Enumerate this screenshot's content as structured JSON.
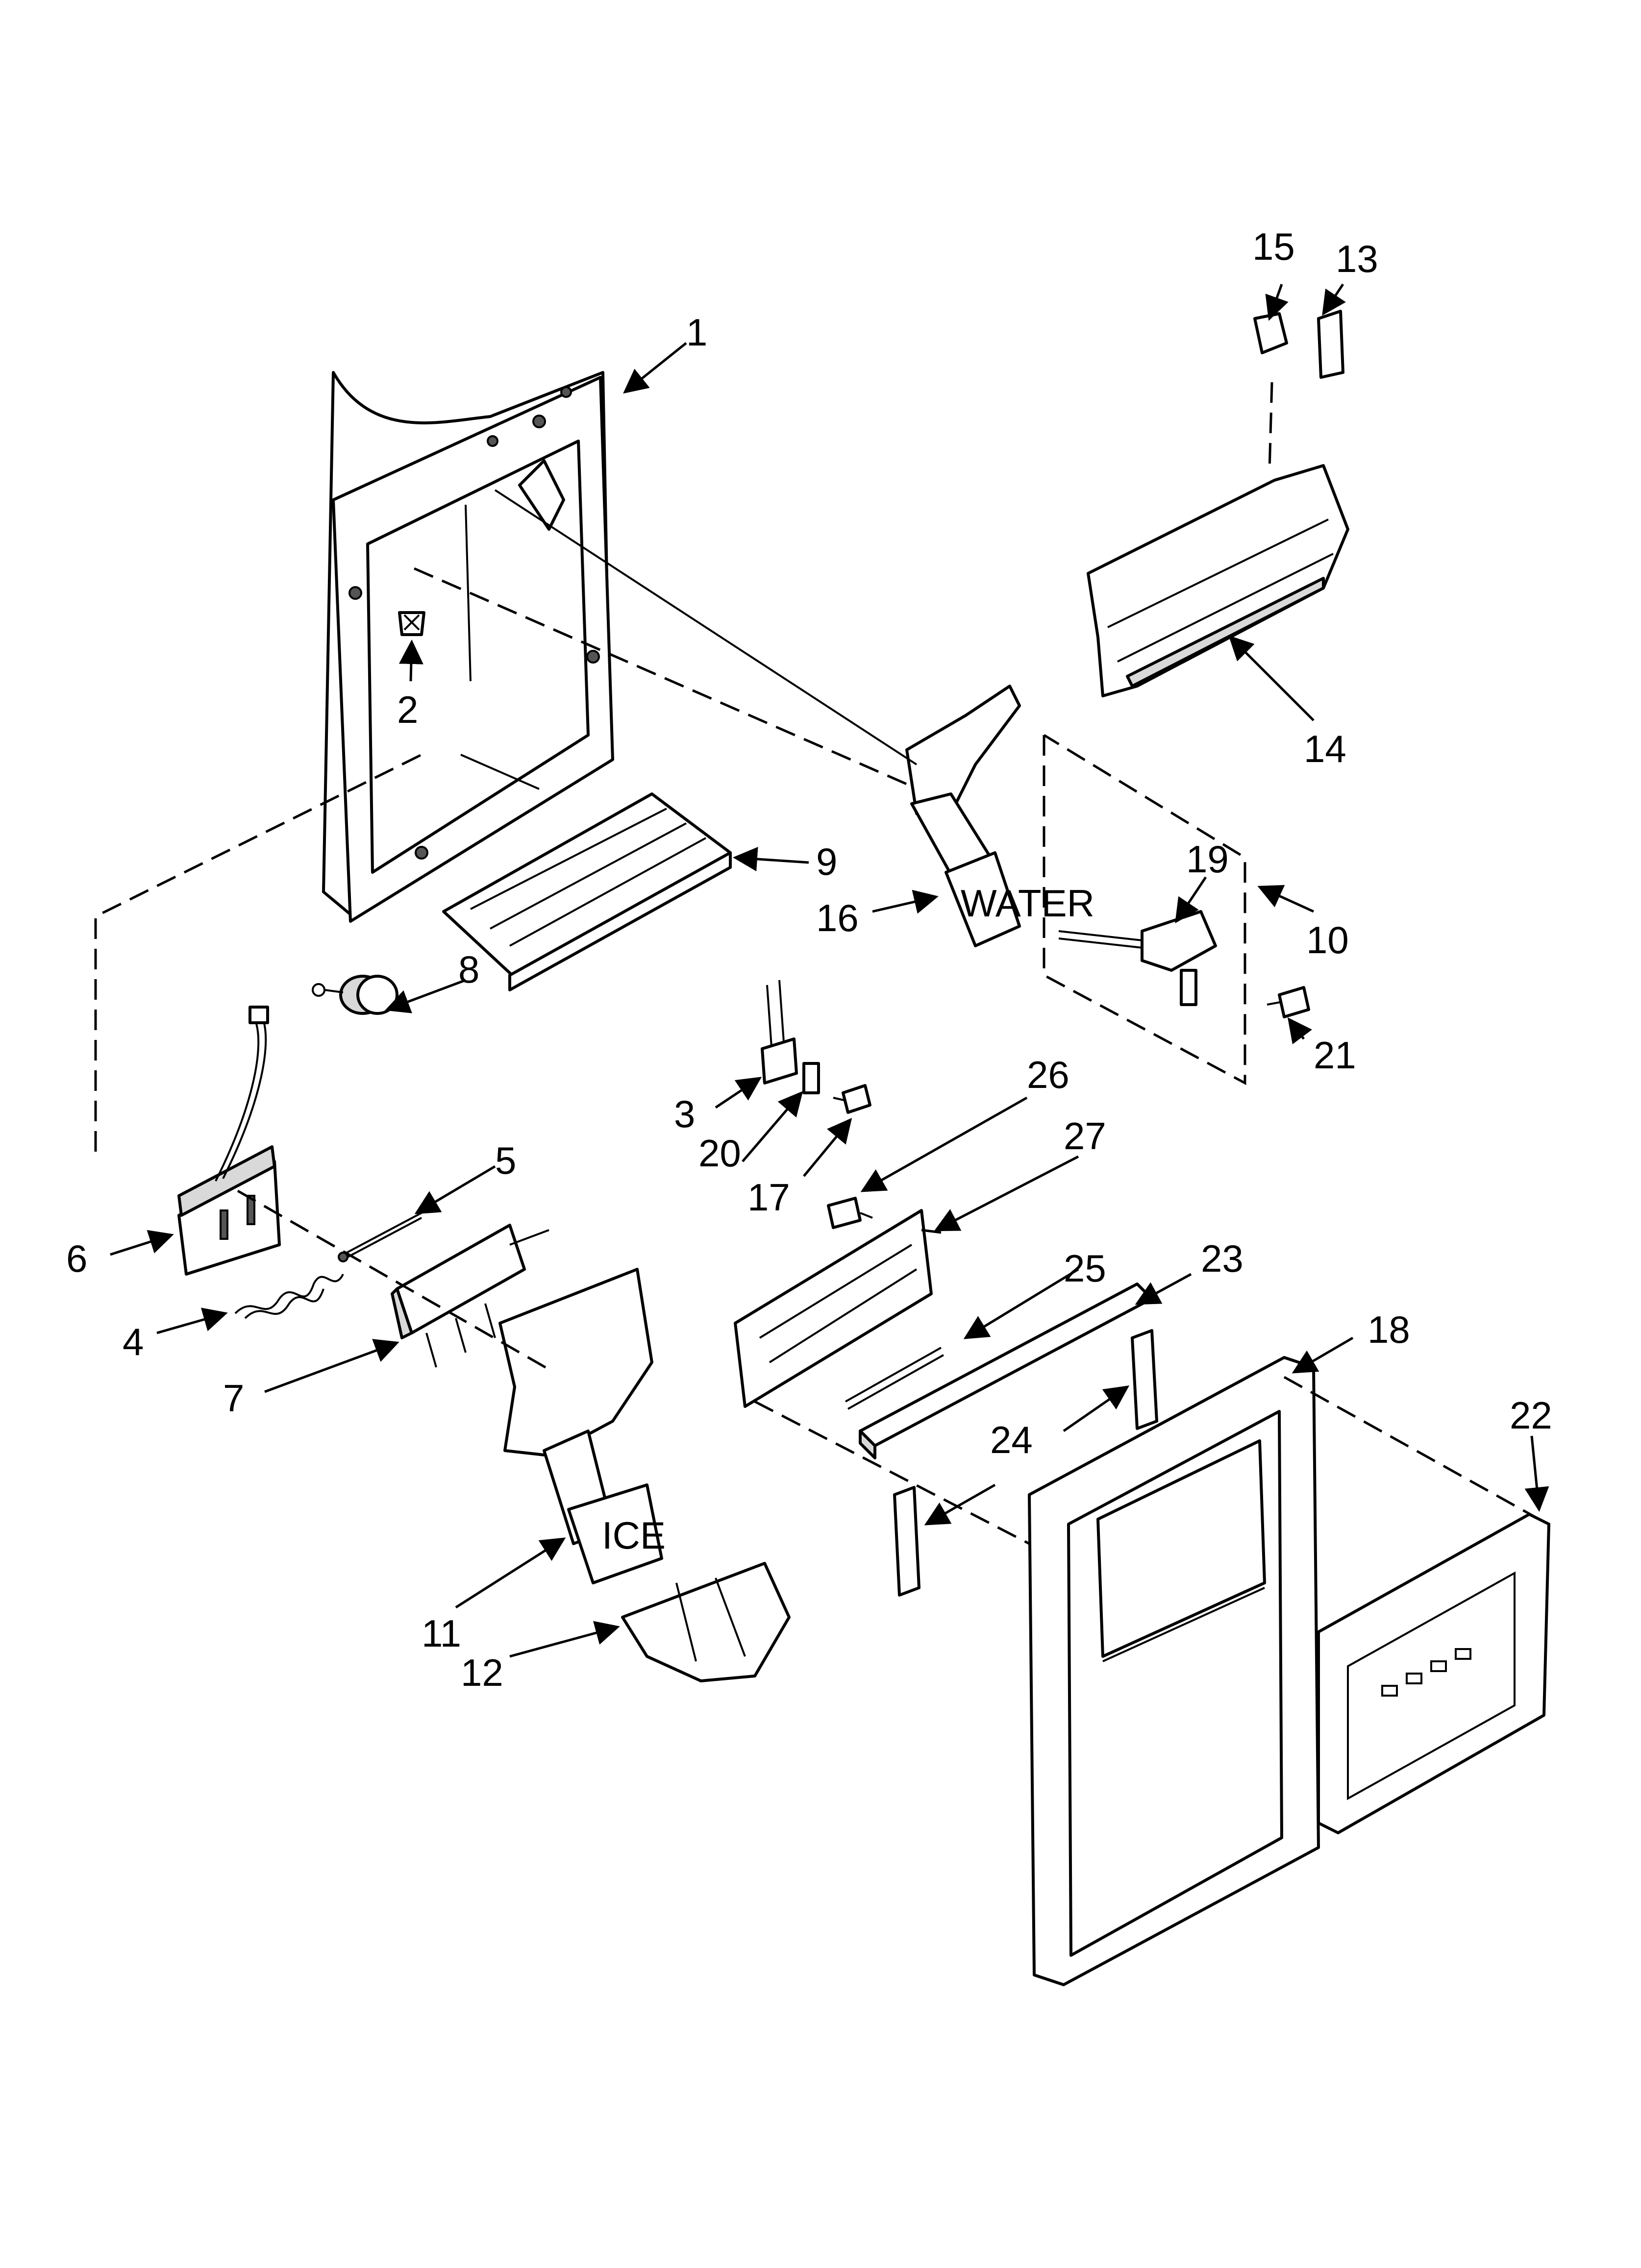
{
  "diagram": {
    "callouts": [
      {
        "id": "c1",
        "label": "1"
      },
      {
        "id": "c2",
        "label": "2"
      },
      {
        "id": "c3",
        "label": "3"
      },
      {
        "id": "c4",
        "label": "4"
      },
      {
        "id": "c5",
        "label": "5"
      },
      {
        "id": "c6",
        "label": "6"
      },
      {
        "id": "c7",
        "label": "7"
      },
      {
        "id": "c8",
        "label": "8"
      },
      {
        "id": "c9",
        "label": "9"
      },
      {
        "id": "c10",
        "label": "10"
      },
      {
        "id": "c11",
        "label": "11"
      },
      {
        "id": "c12",
        "label": "12"
      },
      {
        "id": "c13",
        "label": "13"
      },
      {
        "id": "c14",
        "label": "14"
      },
      {
        "id": "c15",
        "label": "15"
      },
      {
        "id": "c16",
        "label": "16"
      },
      {
        "id": "c17",
        "label": "17"
      },
      {
        "id": "c18",
        "label": "18"
      },
      {
        "id": "c19",
        "label": "19"
      },
      {
        "id": "c20",
        "label": "20"
      },
      {
        "id": "c21",
        "label": "21"
      },
      {
        "id": "c22",
        "label": "22"
      },
      {
        "id": "c23",
        "label": "23"
      },
      {
        "id": "c24",
        "label": "24"
      },
      {
        "id": "c25",
        "label": "25"
      },
      {
        "id": "c26",
        "label": "26"
      },
      {
        "id": "c27",
        "label": "27"
      }
    ],
    "pad_labels": {
      "ice": "ICE",
      "water": "WATER"
    }
  }
}
